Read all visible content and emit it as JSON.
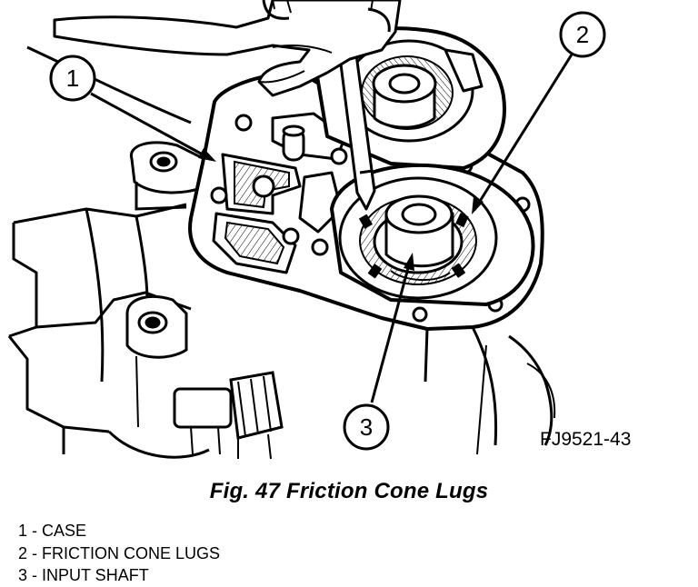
{
  "figure": {
    "code": "FJ9521-43",
    "caption": "Fig. 47 Friction Cone Lugs"
  },
  "callouts": [
    {
      "number": "1"
    },
    {
      "number": "2"
    },
    {
      "number": "3"
    }
  ],
  "legend": [
    {
      "text": "1 - CASE"
    },
    {
      "text": "2 - FRICTION CONE LUGS"
    },
    {
      "text": "3 - INPUT SHAFT"
    }
  ],
  "colors": {
    "ink": "#000000",
    "paper": "#ffffff",
    "shade": "#bdbdbd"
  }
}
